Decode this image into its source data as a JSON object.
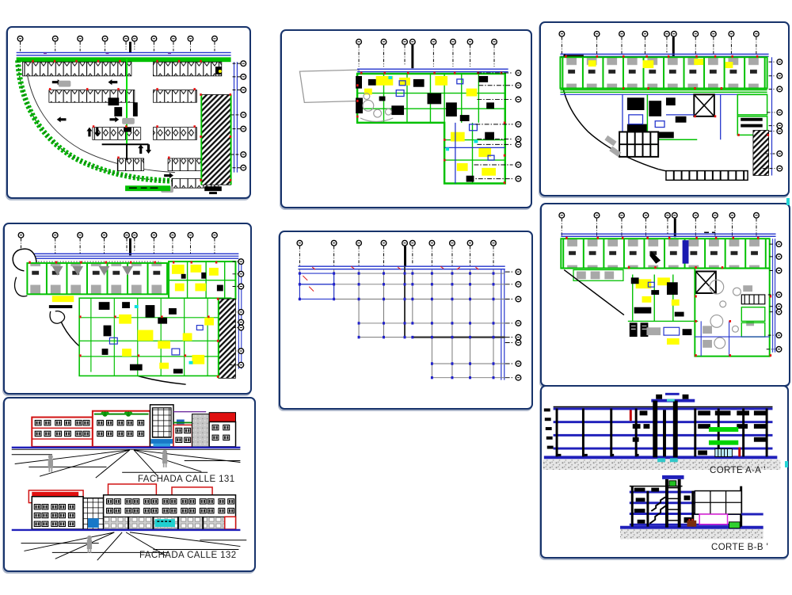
{
  "sheet": {
    "background": "#ffffff",
    "panel_border_color": "#17336b"
  },
  "palette": {
    "cad_green": "#00c000",
    "cad_yellow": "#ffff00",
    "cad_blue": "#2233cc",
    "cad_red": "#e81010",
    "cad_cyan": "#30c8c8",
    "cad_gray": "#a0a0a0",
    "cad_black": "#000000",
    "ground_blue": "#2020bb",
    "facade_red": "#d01010",
    "stipple_gray": "#8a8a8a"
  },
  "captions": {
    "facade_131": "FACHADA CALLE 131",
    "facade_132": "FACHADA CALLE 132",
    "section_aa": "CORTE A-A '",
    "section_bb": "CORTE B-B '"
  }
}
